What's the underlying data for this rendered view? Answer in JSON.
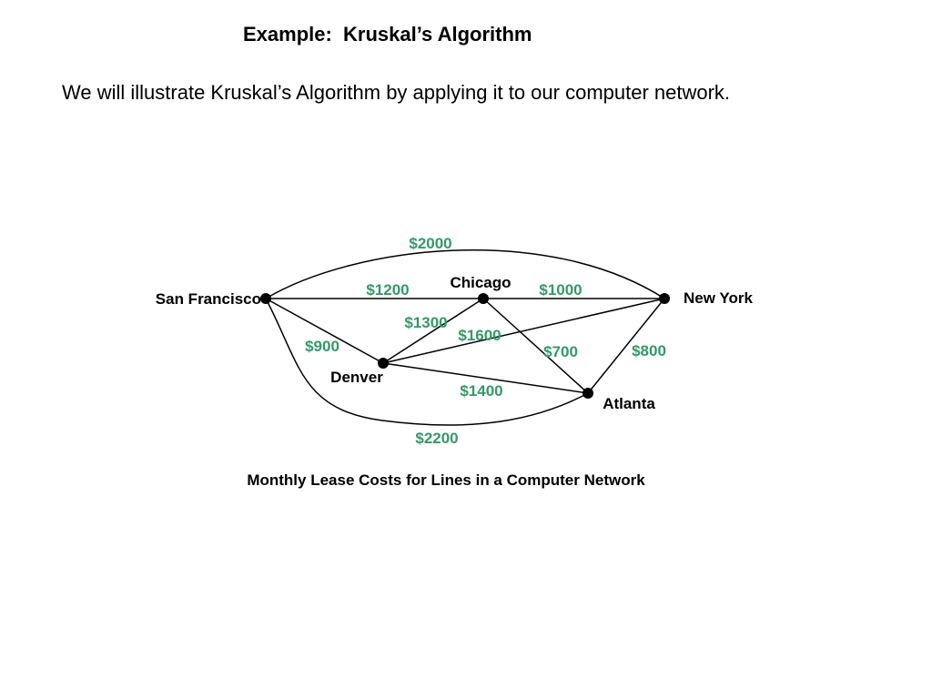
{
  "slide": {
    "title": "Example:  Kruskal’s Algorithm",
    "intro": "We will illustrate Kruskal’s Algorithm by applying it to our computer network."
  },
  "diagram": {
    "caption": "Monthly Lease Costs for Lines in a Computer Network",
    "colors": {
      "edge_line": "#000000",
      "node_fill": "#000000",
      "node_label": "#000000",
      "cost_label": "#339966",
      "caption": "#000000"
    },
    "nodes": [
      {
        "id": "sf",
        "label": "San Francisco"
      },
      {
        "id": "chi",
        "label": "Chicago"
      },
      {
        "id": "ny",
        "label": "New York"
      },
      {
        "id": "den",
        "label": "Denver"
      },
      {
        "id": "atl",
        "label": "Atlanta"
      }
    ],
    "edges": [
      {
        "id": "sf-ny",
        "from": "sf",
        "to": "ny",
        "cost": "$2000"
      },
      {
        "id": "sf-chi",
        "from": "sf",
        "to": "chi",
        "cost": "$1200"
      },
      {
        "id": "chi-ny",
        "from": "chi",
        "to": "ny",
        "cost": "$1000"
      },
      {
        "id": "sf-den",
        "from": "sf",
        "to": "den",
        "cost": "$900"
      },
      {
        "id": "den-chi",
        "from": "den",
        "to": "chi",
        "cost": "$1300"
      },
      {
        "id": "den-ny",
        "from": "den",
        "to": "ny",
        "cost": "$1600"
      },
      {
        "id": "chi-atl",
        "from": "chi",
        "to": "atl",
        "cost": "$700"
      },
      {
        "id": "ny-atl",
        "from": "ny",
        "to": "atl",
        "cost": "$800"
      },
      {
        "id": "den-atl",
        "from": "den",
        "to": "atl",
        "cost": "$1400"
      },
      {
        "id": "sf-atl",
        "from": "sf",
        "to": "atl",
        "cost": "$2200"
      }
    ]
  }
}
